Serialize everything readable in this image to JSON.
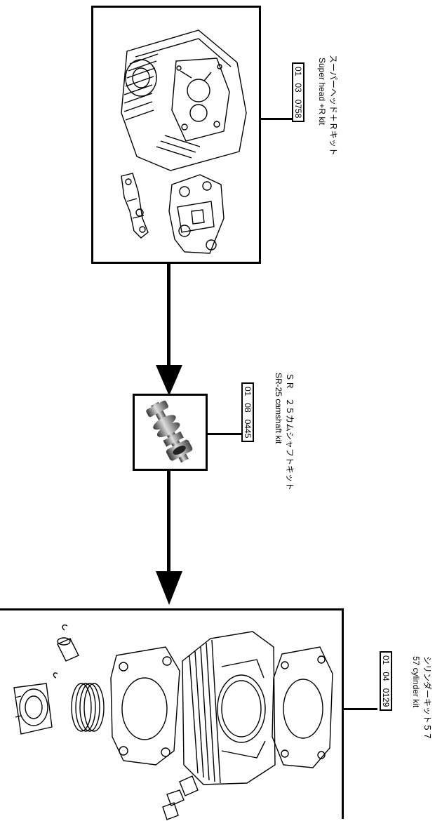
{
  "parts": [
    {
      "name_jp": "スーパーヘッド＋Ｒキット",
      "name_en": "Super head +R kit",
      "code": "01   03   0758"
    },
    {
      "name_jp": "ＳＲ　２５カムシャフトキット",
      "name_en": "SR-25 camshaft kit",
      "code": "01   08   0445"
    },
    {
      "name_jp": "シリンダーキット５７",
      "name_en": "57   cylinder kit",
      "code": "01   04   0129"
    }
  ]
}
